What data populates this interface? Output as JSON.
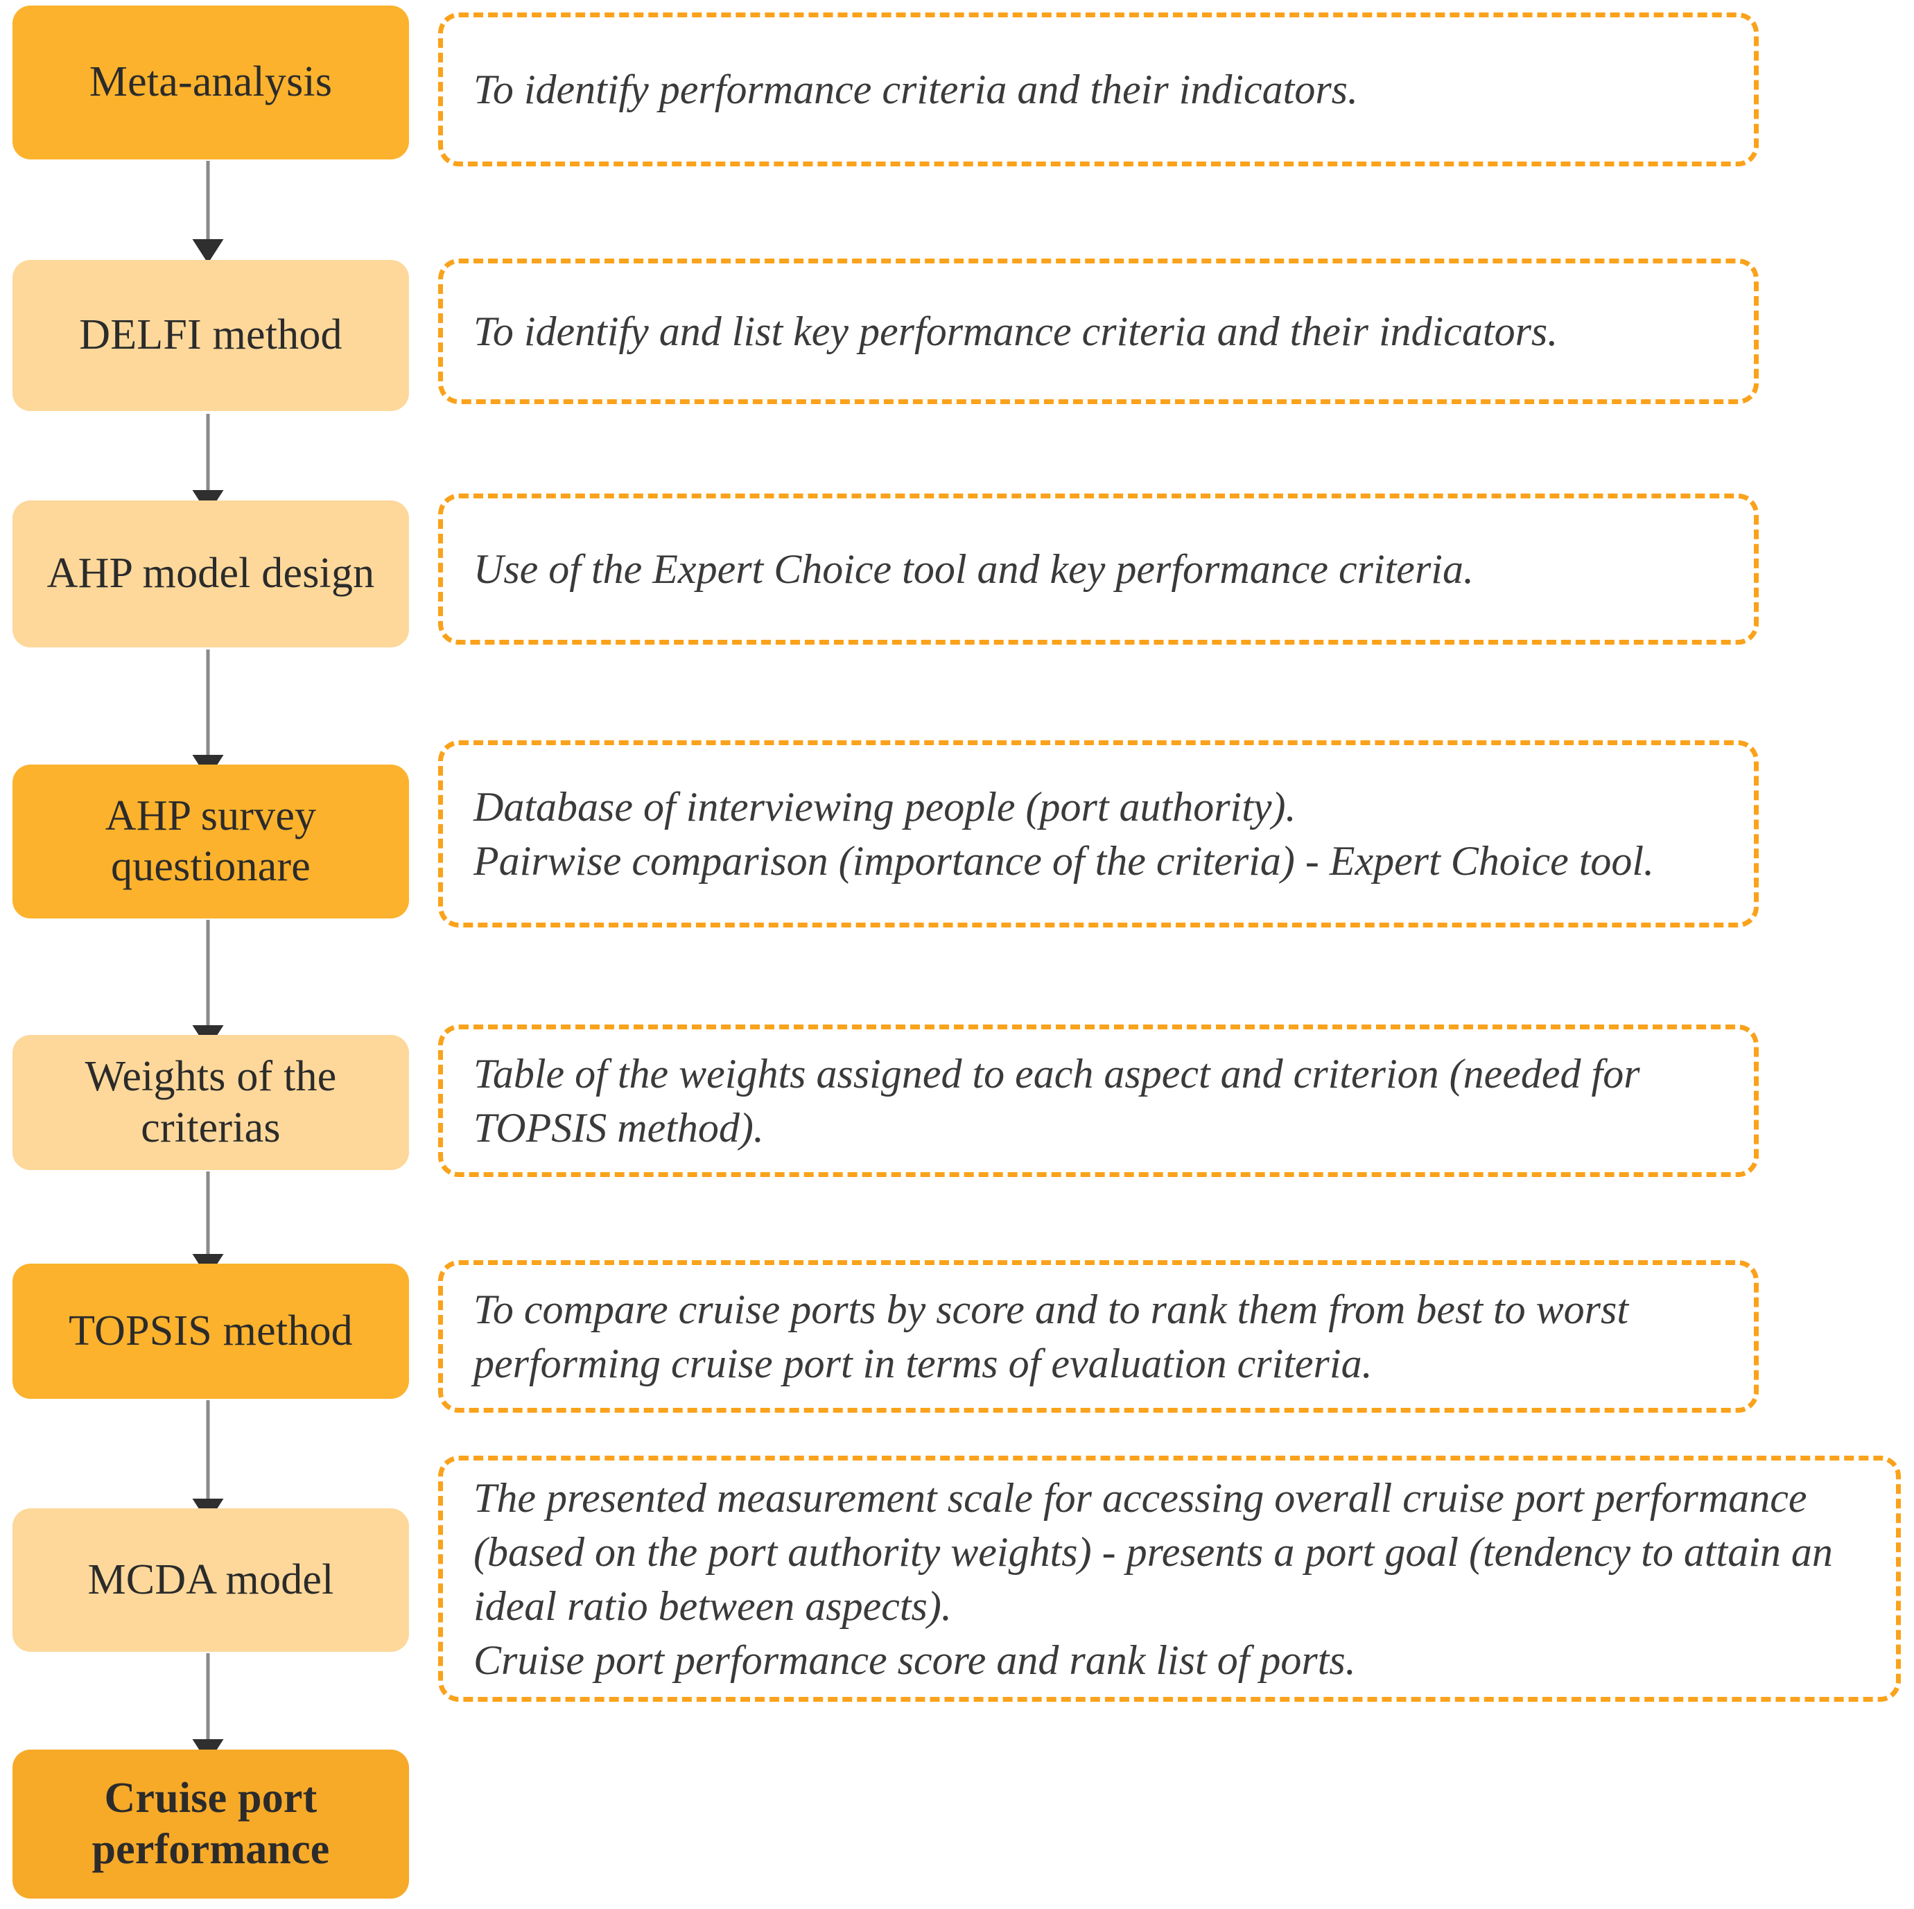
{
  "diagram": {
    "title": "Cruise port performance methodology flowchart",
    "colors": {
      "stage_dark": "#FCB22C",
      "stage_light": "#FDD89A",
      "stage_final": "#F7A928",
      "dashed_border": "#FAA21B",
      "arrow": "#6b6b6b",
      "text": "#2b2b2b"
    },
    "stages": [
      {
        "id": "meta-analysis",
        "label": "Meta-analysis",
        "tone": "dark",
        "description_lines": [
          "To identify performance criteria and their indicators."
        ]
      },
      {
        "id": "delfi-method",
        "label": "DELFI method",
        "tone": "light",
        "description_lines": [
          "To identify and list key performance criteria and their indicators."
        ]
      },
      {
        "id": "ahp-model-design",
        "label": "AHP model design",
        "tone": "light",
        "description_lines": [
          "Use of the Expert Choice tool and key performance criteria."
        ]
      },
      {
        "id": "ahp-survey-questionare",
        "label": "AHP survey questionare",
        "tone": "dark",
        "description_lines": [
          "Database of interviewing people (port authority).",
          "Pairwise comparison (importance of the criteria) - Expert Choice tool."
        ]
      },
      {
        "id": "weights-of-the-criterias",
        "label": "Weights of the criterias",
        "tone": "light",
        "description_lines": [
          "Table of the weights assigned to each aspect and criterion (needed for TOPSIS method)."
        ]
      },
      {
        "id": "topsis-method",
        "label": "TOPSIS method",
        "tone": "dark",
        "description_lines": [
          "To compare cruise ports by score and to rank them from best to worst performing cruise port in terms of evaluation criteria."
        ]
      },
      {
        "id": "mcda-model",
        "label": "MCDA model",
        "tone": "light",
        "description_lines": [
          "The presented measurement scale for accessing overall cruise port performance (based on the port authority weights) - presents a port goal (tendency to attain an ideal ratio between aspects).",
          "Cruise port performance score and rank list of ports."
        ]
      },
      {
        "id": "cruise-port-performance",
        "label": "Cruise port performance",
        "tone": "final",
        "description_lines": []
      }
    ],
    "connectors": [
      {
        "from": "meta-analysis",
        "to": "delfi-method",
        "arrow": "down-arrow-icon"
      },
      {
        "from": "delfi-method",
        "to": "ahp-model-design",
        "arrow": "down-arrow-icon"
      },
      {
        "from": "ahp-model-design",
        "to": "ahp-survey-questionare",
        "arrow": "down-arrow-icon"
      },
      {
        "from": "ahp-survey-questionare",
        "to": "weights-of-the-criterias",
        "arrow": "down-arrow-icon"
      },
      {
        "from": "weights-of-the-criterias",
        "to": "topsis-method",
        "arrow": "down-arrow-icon"
      },
      {
        "from": "topsis-method",
        "to": "mcda-model",
        "arrow": "down-arrow-icon"
      },
      {
        "from": "mcda-model",
        "to": "cruise-port-performance",
        "arrow": "down-arrow-icon"
      }
    ]
  }
}
